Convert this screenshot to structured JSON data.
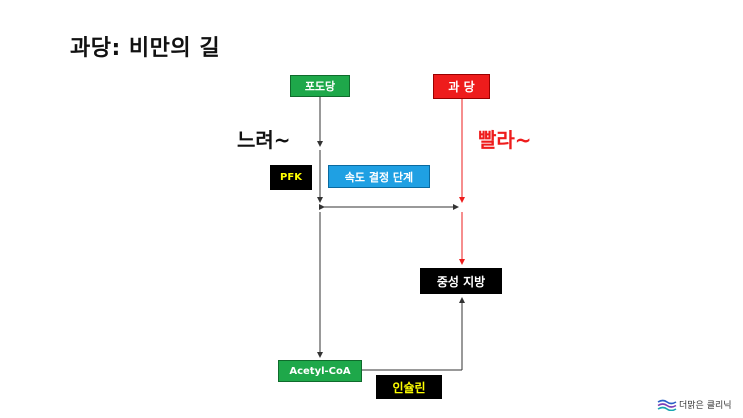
{
  "title": "과당: 비만의 길",
  "nodes": {
    "glucose": "포도당",
    "fructose": "과 당",
    "pfk": "PFK",
    "rate_step": "속도 결정 단계",
    "triglyceride": "중성 지방",
    "acetyl_coa": "Acetyl-CoA",
    "insulin": "인슐린"
  },
  "labels": {
    "slow": "느려~",
    "fast": "빨라~"
  },
  "logo": {
    "text": "더맑은 클리닉"
  },
  "colors": {
    "green": "#1ea84a",
    "red": "#ee1c1c",
    "blue": "#1fa0e3",
    "yellow_text": "#ffff00",
    "black": "#000000"
  }
}
